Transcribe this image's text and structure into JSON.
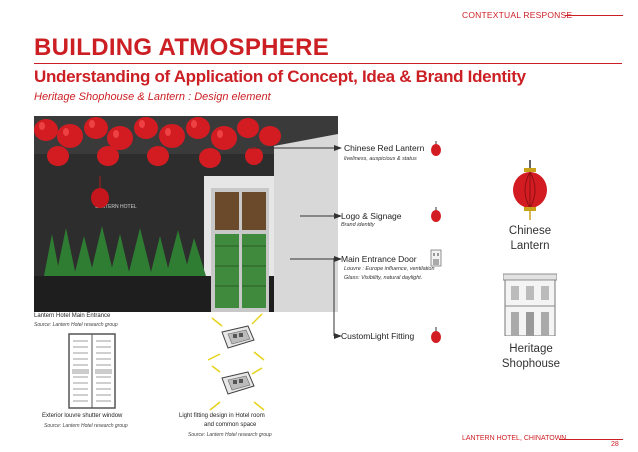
{
  "header": {
    "section_label": "CONTEXTUAL RESPONSE"
  },
  "title": "BUILDING ATMOSPHERE",
  "subtitle": "Understanding of Application of Concept, Idea & Brand Identity",
  "caption": "Heritage Shophouse & Lantern : Design element",
  "photo": {
    "caption": "Lantern Hotel Main Entrance",
    "source": "Source: Lantern Hotel research group",
    "sign_text": "LANTERN HOTEL"
  },
  "callouts": [
    {
      "label": "Chinese Red Lantern",
      "note": "liveliness, auspicious & status"
    },
    {
      "label": "Logo & Signage",
      "note": "Brand identity"
    },
    {
      "label": "Main Entrance Door",
      "note": "Louvre : Europe influence, ventilation",
      "note2": "Glass: Visibility, natural daylight."
    },
    {
      "label": "CustomLight Fitting",
      "note": ""
    }
  ],
  "side": {
    "lantern_line1": "Chinese",
    "lantern_line2": "Lantern",
    "shophouse_line1": "Heritage",
    "shophouse_line2": "Shophouse"
  },
  "bottom": {
    "window_label": "Exterior louvre shutter window",
    "window_source": "Source: Lantern Hotel research group",
    "light_label1": "Light fitting design in Hotel room",
    "light_label2": "and common space",
    "light_source": "Source: Lantern Hotel research group"
  },
  "footer": {
    "text": "LANTERN HOTEL, CHINATOWN",
    "page": "28"
  },
  "colors": {
    "accent": "#cc1f24",
    "door_green": "#3f8a3c"
  }
}
